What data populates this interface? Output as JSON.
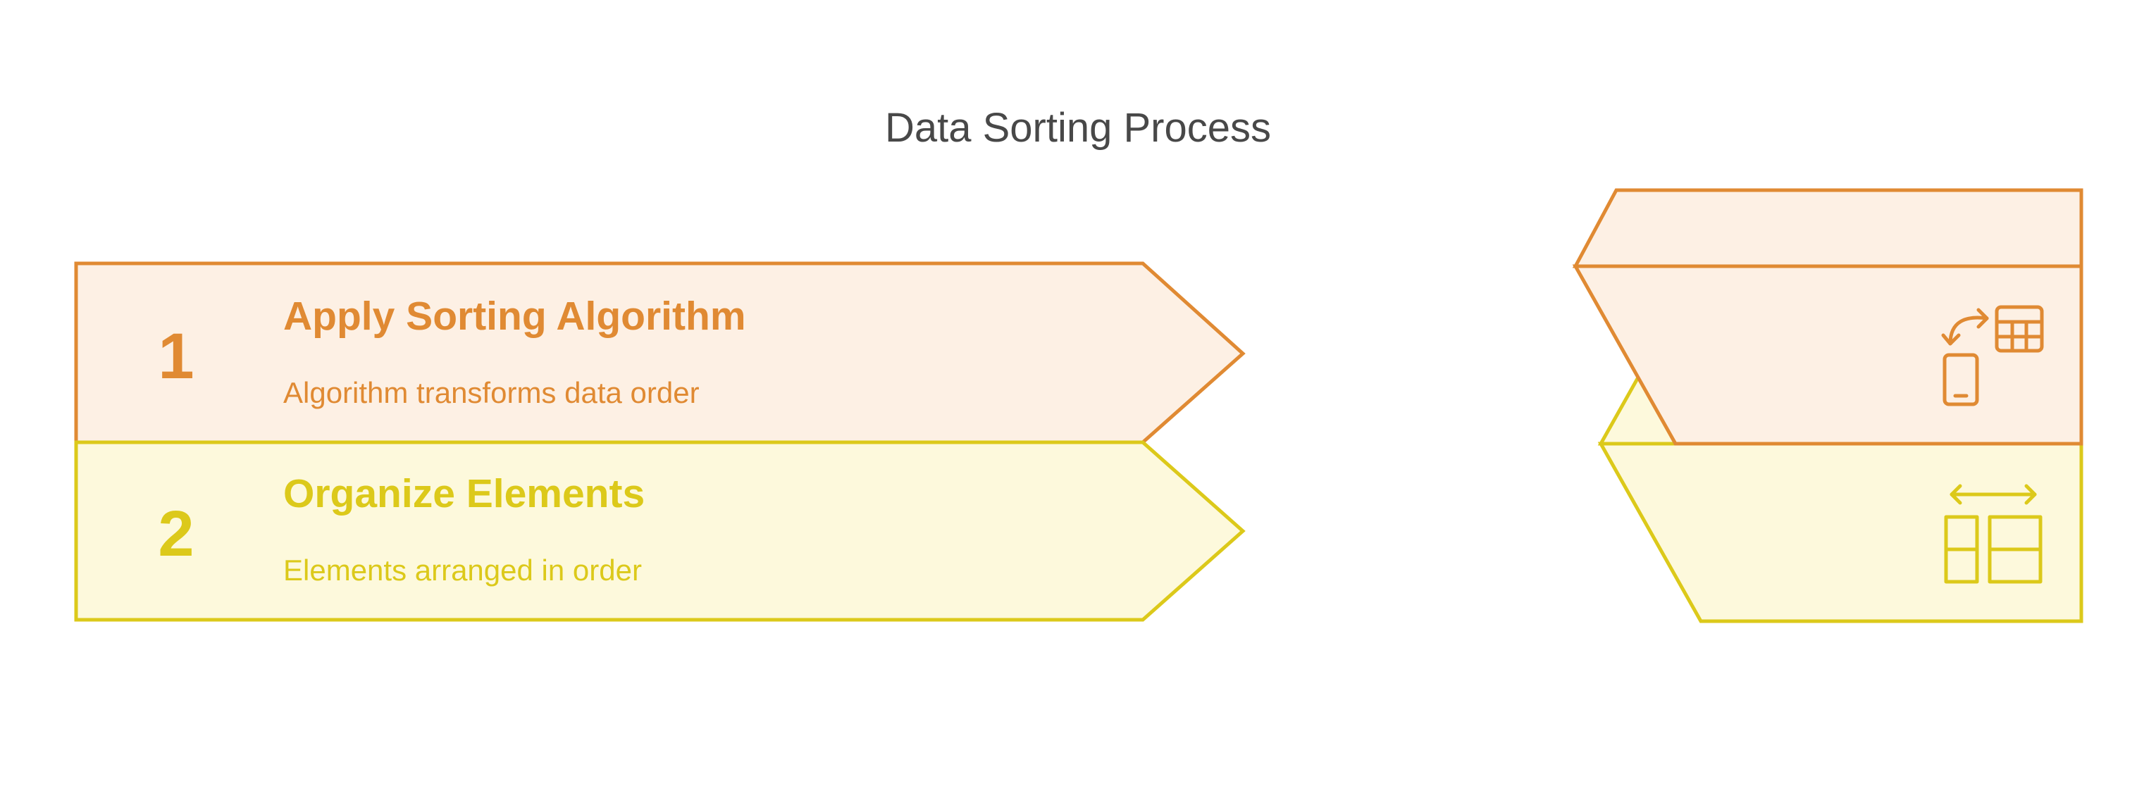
{
  "title": "Data Sorting Process",
  "colors": {
    "orange_stroke": "#e08a33",
    "orange_fill": "#fdf0e4",
    "yellow_stroke": "#dcc91a",
    "yellow_fill": "#fdf9dc",
    "title_text": "#484848"
  },
  "steps": [
    {
      "number": "1",
      "title": "Apply Sorting Algorithm",
      "description": "Algorithm transforms data order",
      "icon": "swap-grid-icon"
    },
    {
      "number": "2",
      "title": "Organize Elements",
      "description": "Elements arranged in order",
      "icon": "layout-arrange-icon"
    }
  ]
}
